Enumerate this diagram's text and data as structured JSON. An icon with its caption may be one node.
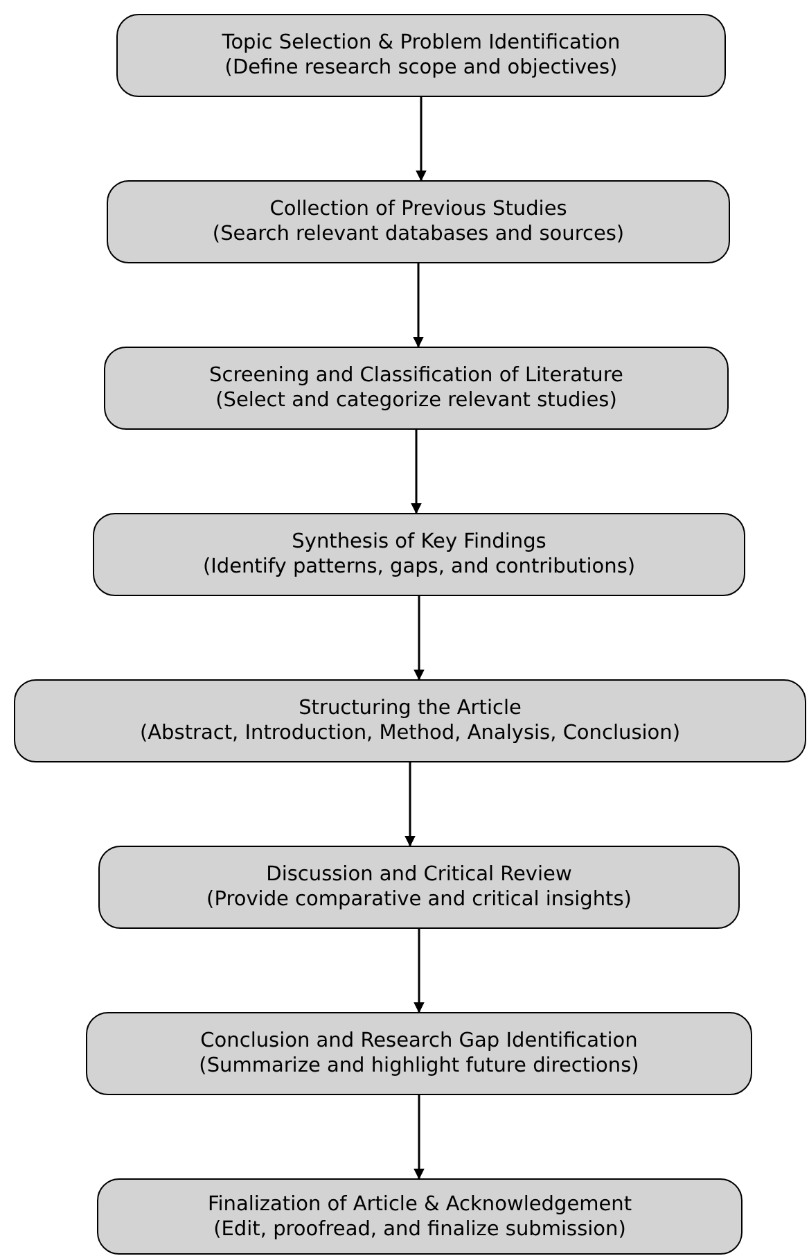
{
  "diagram": {
    "nodes": [
      {
        "text": [
          "Topic Selection & Problem Identification",
          "(Define research scope and objectives)"
        ]
      },
      {
        "text": [
          "Collection of Previous Studies",
          "(Search relevant databases and sources)"
        ]
      },
      {
        "text": [
          "Screening and Classification of Literature",
          "(Select and categorize relevant studies)"
        ]
      },
      {
        "text": [
          "Synthesis of Key Findings",
          "(Identify patterns, gaps, and contributions)"
        ]
      },
      {
        "text": [
          "Structuring the Article",
          "(Abstract, Introduction, Method, Analysis, Conclusion)"
        ]
      },
      {
        "text": [
          "Discussion and Critical Review",
          "(Provide comparative and critical insights)"
        ]
      },
      {
        "text": [
          "Conclusion and Research Gap Identification",
          "(Summarize and highlight future directions)"
        ]
      },
      {
        "text": [
          "Finalization of Article & Acknowledgement",
          "(Edit, proofread, and finalize submission)"
        ]
      }
    ],
    "edges": [
      {
        "from": 0,
        "to": 1,
        "arrow": "to"
      },
      {
        "from": 1,
        "to": 2,
        "arrow": "to"
      },
      {
        "from": 2,
        "to": 3,
        "arrow": "to"
      },
      {
        "from": 3,
        "to": 4,
        "arrow": "to"
      },
      {
        "from": 4,
        "to": 5,
        "arrow": "to"
      },
      {
        "from": 5,
        "to": 6,
        "arrow": "to"
      },
      {
        "from": 6,
        "to": 7,
        "arrow": "to"
      }
    ]
  }
}
